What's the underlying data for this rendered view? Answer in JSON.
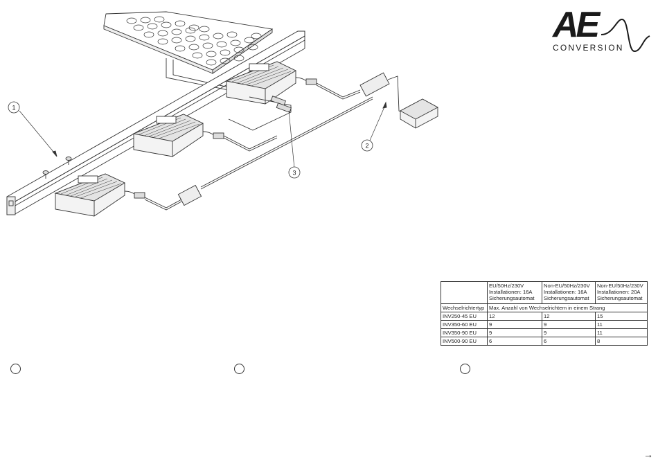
{
  "logo": {
    "mark": "AE",
    "sub": "CONVERSION"
  },
  "callouts": [
    "1",
    "2",
    "3"
  ],
  "table": {
    "header": [
      "",
      "EU/50Hz/230V Installationen: 16A Sicherungsautomat",
      "Non-EU/50Hz/230V Installationen: 16A Sicherungsautomat",
      "Non-EU/50Hz/230V Installationen: 20A Sicherungsautomat"
    ],
    "type_label": "Wechselrichtertyp",
    "span_label": "Max. Anzahl von Wechselrichtern in einem Strang",
    "rows": [
      [
        "INV250-45 EU",
        "12",
        "12",
        "15"
      ],
      [
        "INV350-60 EU",
        "9",
        "9",
        "11"
      ],
      [
        "INV350-90 EU",
        "9",
        "9",
        "11"
      ],
      [
        "INV500-90 EU",
        "6",
        "6",
        "8"
      ]
    ]
  },
  "page_arrow": "→"
}
